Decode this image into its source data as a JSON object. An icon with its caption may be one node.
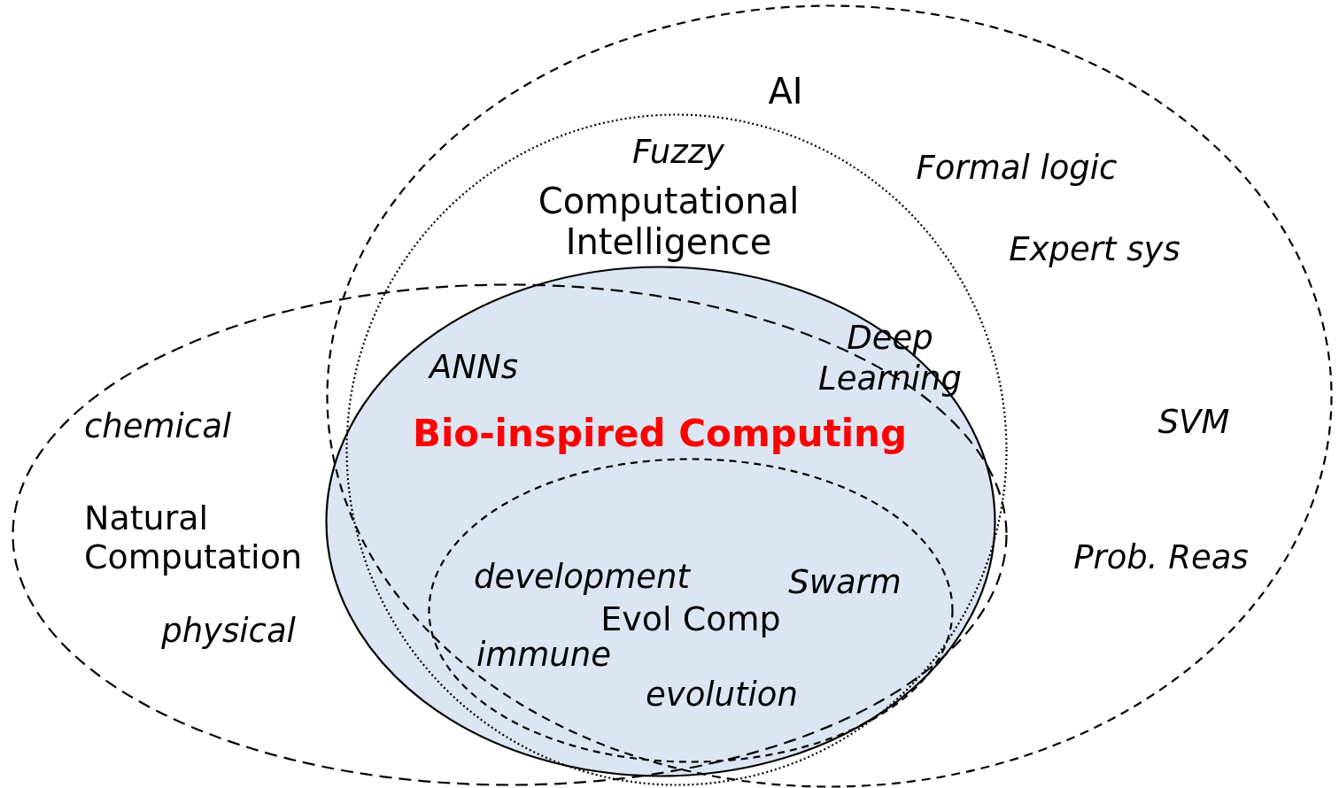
{
  "diagram": {
    "nodes": [
      {
        "text": [
          "AI"
        ]
      },
      {
        "text": [
          "Computational Intelligence"
        ],
        "in": 0
      },
      {
        "text": [
          "Natural Computation"
        ]
      },
      {
        "text": [
          "Bio-inspired Computing"
        ]
      },
      {
        "text": [
          "Evol Comp"
        ],
        "in": 3
      }
    ],
    "labels": [
      "Formal logic",
      "Fuzzy",
      "Expert sys",
      "ANNs",
      "Deep Learning",
      "SVM",
      "chemical",
      "Prob. Reas",
      "development",
      "Swarm",
      "physical",
      "immune",
      "evolution"
    ]
  }
}
